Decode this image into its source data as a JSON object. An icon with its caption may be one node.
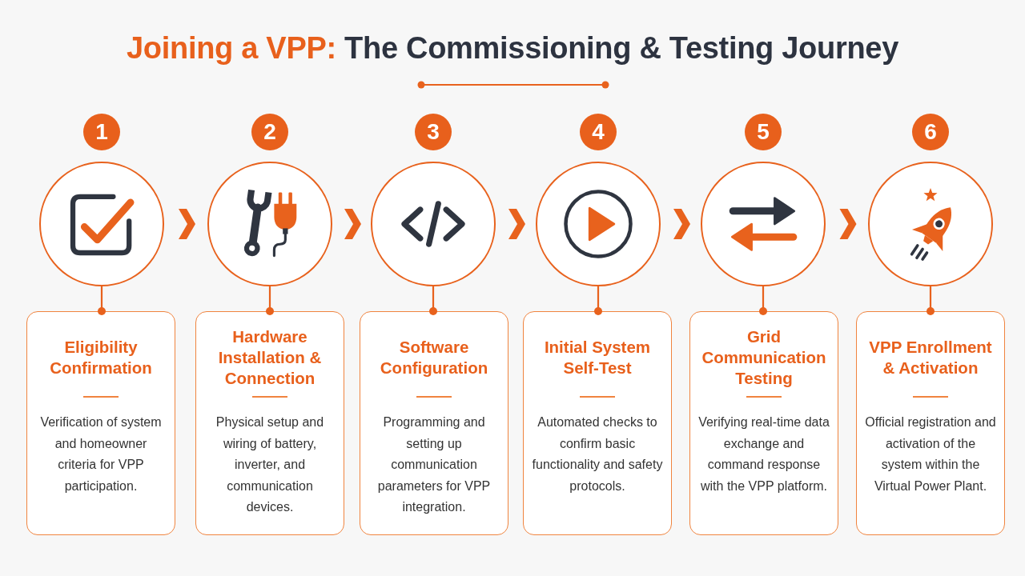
{
  "diagram": {
    "title": "Joining a VPP: The Commissioning & Testing Journey",
    "nodes": [
      {
        "text": [
          "1"
        ]
      },
      {
        "text": [],
        "shape": "circle"
      },
      {
        "text": [
          "Eligibility Confirmation",
          "Verification of system and homeowner criteria for VPP participation."
        ]
      },
      {
        "text": [
          "2"
        ]
      },
      {
        "text": [],
        "shape": "circle"
      },
      {
        "text": [
          "Hardware Installation & Connection",
          "Physical setup and wiring of battery, inverter, and communication devices."
        ]
      },
      {
        "text": [
          "3"
        ]
      },
      {
        "text": [],
        "shape": "circle"
      },
      {
        "text": [
          "Software Configuration",
          "Programming and setting up communication parameters for VPP integration."
        ]
      },
      {
        "text": [
          "4"
        ]
      },
      {
        "text": [],
        "shape": "circle"
      },
      {
        "text": [
          "Initial System Self-Test",
          "Automated checks to confirm basic functionality and safety protocols."
        ]
      },
      {
        "text": [
          "5"
        ]
      },
      {
        "text": [],
        "shape": "circle"
      },
      {
        "text": [
          "Grid Communication Testing",
          "Verifying real-time data exchange and command response with the VPP platform."
        ]
      },
      {
        "text": [
          "6"
        ]
      },
      {
        "text": [],
        "shape": "circle"
      },
      {
        "text": [
          "VPP Enrollment & Activation",
          "Official registration and activation of the system within the Virtual Power Plant."
        ]
      }
    ],
    "edges": [
      {
        "from": 1,
        "to": 2,
        "arrow": "other"
      },
      {
        "from": 1,
        "to": 4,
        "arrow": "to"
      },
      {
        "from": 4,
        "to": 5,
        "arrow": "other"
      },
      {
        "from": 4,
        "to": 7,
        "arrow": "to"
      },
      {
        "from": 7,
        "to": 8,
        "arrow": "other"
      },
      {
        "from": 7,
        "to": 10,
        "arrow": "to"
      },
      {
        "from": 10,
        "to": 11,
        "arrow": "other"
      },
      {
        "from": 10,
        "to": 13,
        "arrow": "to"
      },
      {
        "from": 13,
        "to": 14,
        "arrow": "other"
      },
      {
        "from": 13,
        "to": 16,
        "arrow": "to"
      },
      {
        "from": 16,
        "to": 17,
        "arrow": "other"
      }
    ]
  }
}
